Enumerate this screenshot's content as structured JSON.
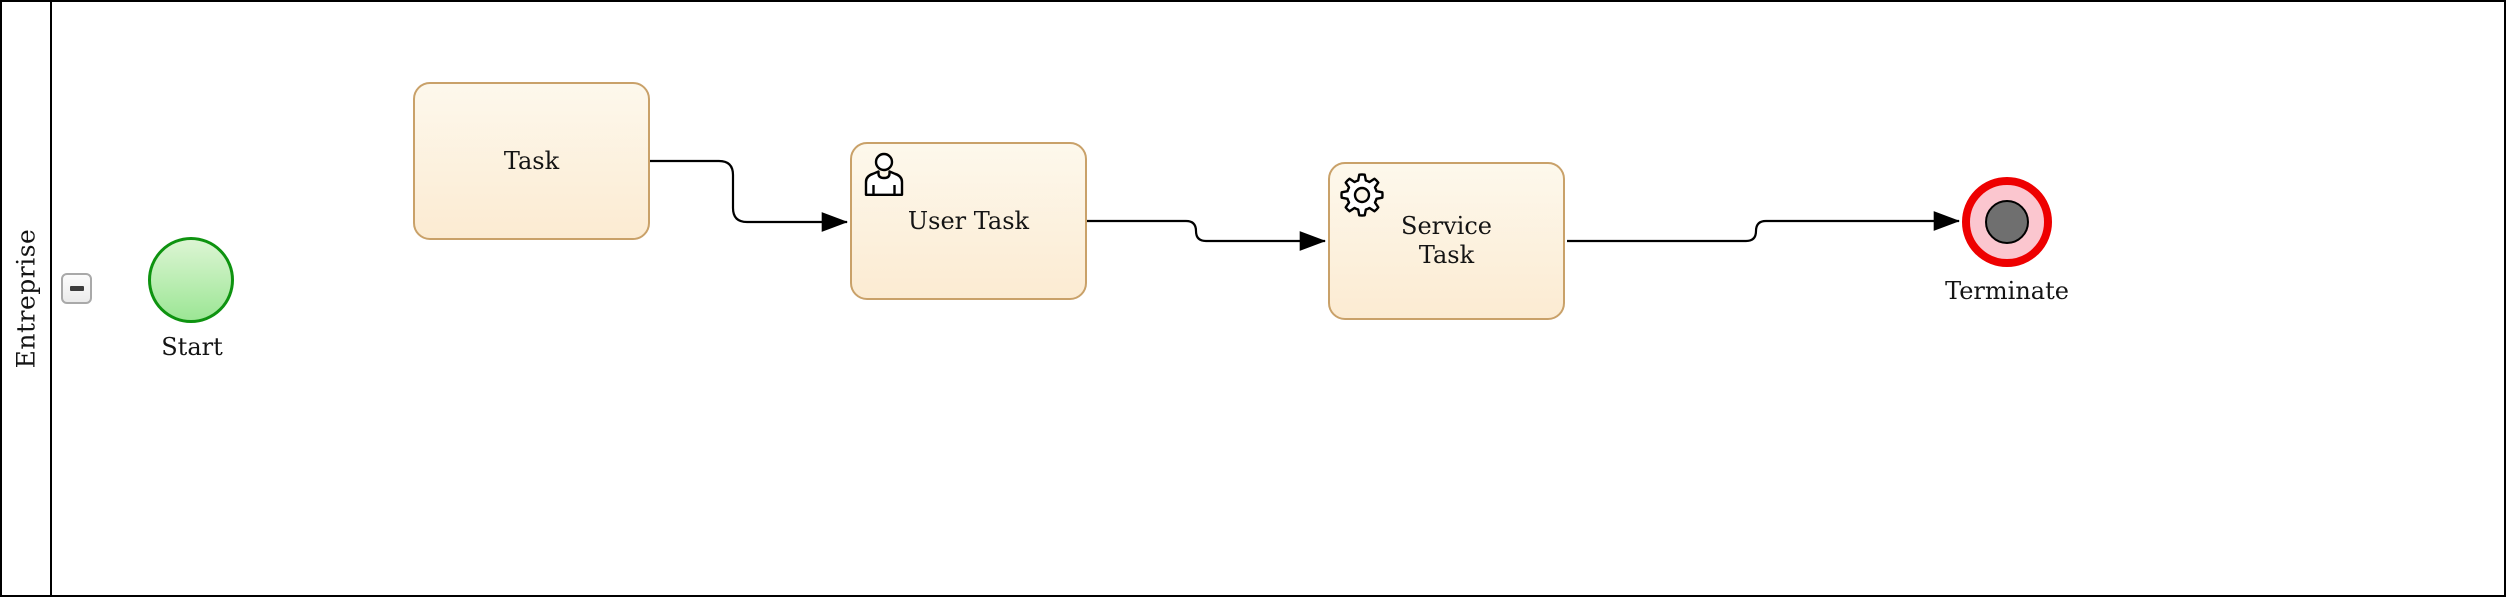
{
  "diagram": {
    "pool": {
      "label": "Entreprise",
      "collapse_icon": "minus-icon"
    },
    "nodes": {
      "start_event": {
        "type": "start-event",
        "label": "Start"
      },
      "task": {
        "type": "task",
        "label": "Task"
      },
      "user_task": {
        "type": "user-task",
        "label": "User Task",
        "icon": "user-icon"
      },
      "service_task": {
        "type": "service-task",
        "label": "Service Task",
        "icon": "gear-icon"
      },
      "terminate_event": {
        "type": "terminate-end-event",
        "label": "Terminate"
      }
    },
    "connections": [
      {
        "from": "task",
        "to": "user_task"
      },
      {
        "from": "user_task",
        "to": "service_task"
      },
      {
        "from": "service_task",
        "to": "terminate_event"
      }
    ],
    "colors": {
      "task_fill_top": "#fdf8ec",
      "task_fill_bottom": "#fcebd2",
      "task_border": "#c9a169",
      "start_fill_top": "#dcf5d3",
      "start_fill_bottom": "#9ce695",
      "start_border": "#0e9310",
      "terminate_ring": "#ee0000",
      "terminate_fill": "#fbc6cf",
      "terminate_core": "#6f6f6f",
      "flow_line": "#000000"
    }
  }
}
